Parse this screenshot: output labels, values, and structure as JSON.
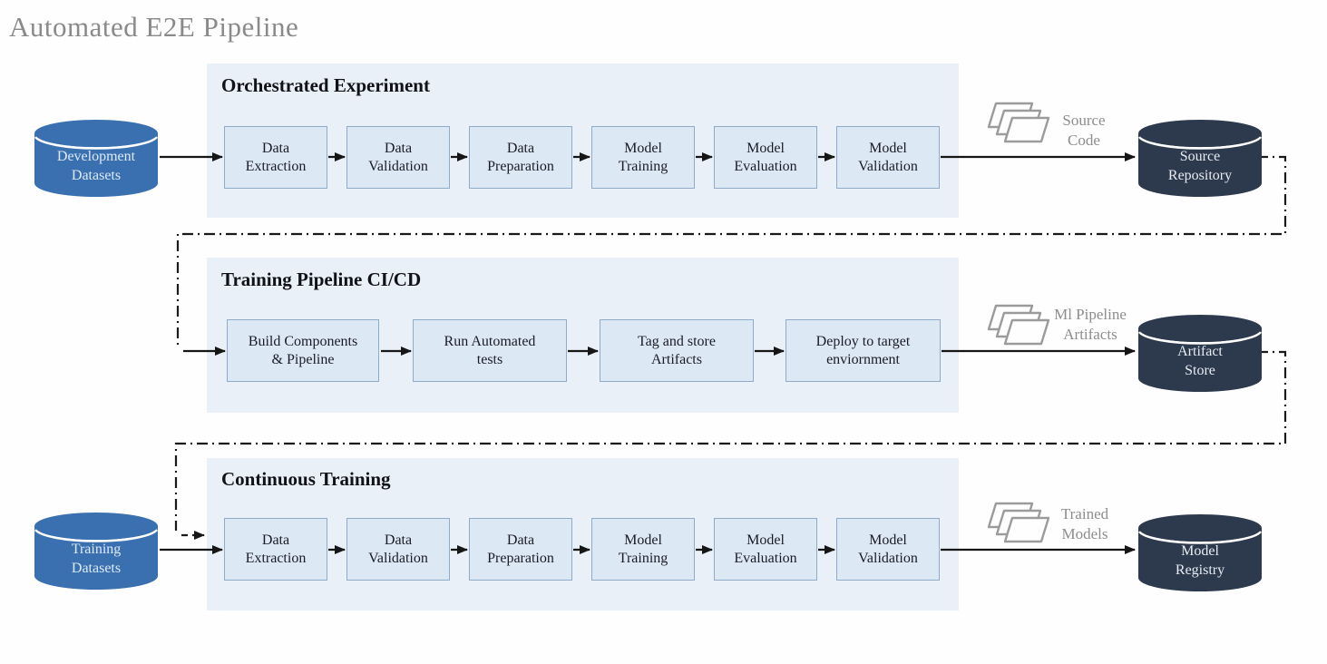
{
  "title": "Automated E2E Pipeline",
  "sections": [
    {
      "heading": "Orchestrated Experiment",
      "boxes": [
        "Data\nExtraction",
        "Data\nValidation",
        "Data\nPreparation",
        "Model\nTraining",
        "Model\nEvaluation",
        "Model\nValidation"
      ]
    },
    {
      "heading": "Training Pipeline CI/CD",
      "boxes": [
        "Build Components\n& Pipeline",
        "Run Automated\ntests",
        "Tag and store\nArtifacts",
        "Deploy to target\nenviornment"
      ]
    },
    {
      "heading": "Continuous Training",
      "boxes": [
        "Data\nExtraction",
        "Data\nValidation",
        "Data\nPreparation",
        "Model\nTraining",
        "Model\nEvaluation",
        "Model\nValidation"
      ]
    }
  ],
  "datastores": {
    "development_datasets": "Development\nDatasets",
    "training_datasets": "Training\nDatasets",
    "source_repository": "Source\nRepository",
    "artifact_store": "Artifact\nStore",
    "model_registry": "Model\nRegistry"
  },
  "artifact_labels": {
    "source_code": "Source\nCode",
    "ml_pipeline_artifacts": "Ml Pipeline\nArtifacts",
    "trained_models": "Trained\nModels"
  },
  "icons": {
    "documents": "documents-icon"
  },
  "colors": {
    "panel": "#e9f0f8",
    "process_box_fill": "#dce9f5",
    "process_box_border": "#8fabc7",
    "blue_cylinder": "#3a70af",
    "dark_cylinder": "#2d3a4e",
    "arrow": "#161616",
    "gray_label": "#8d8d8d",
    "title_gray": "#8a8a8a"
  }
}
